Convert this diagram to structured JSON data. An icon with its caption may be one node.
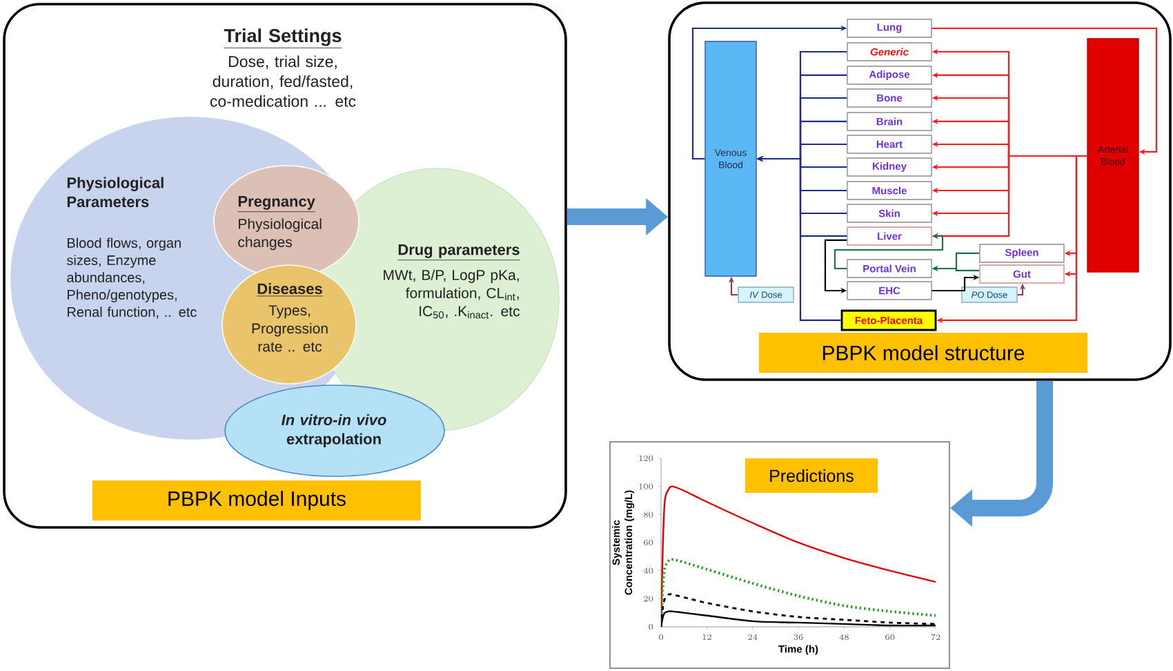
{
  "diagram": {
    "nodes": [
      {
        "text": [
          "Trial Settings",
          "Dose, trial size, duration, fed/fasted, co-medication ... etc"
        ]
      },
      {
        "text": [
          "Physiological Parameters",
          "Blood flows, organ sizes, Enzyme abundances, Pheno/genotypes, Renal function, .. etc"
        ],
        "in": 0
      },
      {
        "text": [
          "Drug parameters",
          "MWt, B/P, LogP pKa, formulation, CL$_{int}$, IC$_{50}$, .K$_{inact}$. etc"
        ],
        "in": 0
      },
      {
        "text": [
          "Pregnancy",
          "Physiological changes"
        ],
        "in": 1
      },
      {
        "text": [
          "Diseases",
          "Types, Progression rate .. etc"
        ],
        "in": 1
      },
      {
        "text": [
          "*In vitro-in vivo* extrapolation"
        ],
        "in": 0
      },
      {
        "text": [
          "PBPK model Inputs"
        ],
        "in": 0
      },
      {
        "text": [],
        "shape": "box"
      },
      {
        "text": [
          "Venous Blood"
        ],
        "in": 7
      },
      {
        "text": [
          "Lung"
        ],
        "in": 7
      },
      {
        "text": [
          "Generic"
        ],
        "in": 7
      },
      {
        "text": [
          "Adipose"
        ],
        "in": 7
      },
      {
        "text": [
          "Bone"
        ],
        "in": 7
      },
      {
        "text": [
          "Brain"
        ],
        "in": 7
      },
      {
        "text": [
          "Heart"
        ],
        "in": 7
      },
      {
        "text": [
          "Kidney"
        ],
        "in": 7
      },
      {
        "text": [
          "Muscle"
        ],
        "in": 7
      },
      {
        "text": [
          "Skin"
        ],
        "in": 7
      },
      {
        "text": [
          "Liver"
        ],
        "in": 7
      },
      {
        "text": [
          "Portal Vein"
        ],
        "in": 7
      },
      {
        "text": [
          "EHC"
        ],
        "in": 7
      },
      {
        "text": [
          "Feto-Placenta"
        ],
        "in": 7
      },
      {
        "text": [
          "Spleen"
        ],
        "in": 7
      },
      {
        "text": [
          "Gut"
        ],
        "in": 7
      },
      {
        "text": [
          "Arterial Blood"
        ],
        "in": 7
      },
      {
        "text": [
          "*IV* Dose"
        ],
        "in": 7
      },
      {
        "text": [
          "*PO* Dose"
        ],
        "in": 7
      },
      {
        "text": [
          "PBPK model structure"
        ],
        "in": 7
      },
      {
        "text": [],
        "shape": "box"
      },
      {
        "text": [
          "Predictions"
        ],
        "in": 28
      }
    ],
    "edges": [
      {
        "from": 0,
        "to": 7,
        "arrow": "to",
        "style": "thick",
        "color": "#5b9bd5"
      },
      {
        "from": 7,
        "to": 28,
        "arrow": "to",
        "style": "thick",
        "color": "#5b9bd5"
      },
      {
        "from": 8,
        "to": 9,
        "arrow": "to",
        "color": "#1f2a8a"
      },
      {
        "from": 9,
        "to": 24,
        "arrow": "to"
      },
      {
        "from": 24,
        "to": 10,
        "arrow": "to"
      },
      {
        "from": 24,
        "to": 11,
        "arrow": "to"
      },
      {
        "from": 24,
        "to": 12,
        "arrow": "to"
      },
      {
        "from": 24,
        "to": 13,
        "arrow": "to"
      },
      {
        "from": 24,
        "to": 14,
        "arrow": "to"
      },
      {
        "from": 24,
        "to": 15,
        "arrow": "to"
      },
      {
        "from": 24,
        "to": 16,
        "arrow": "to"
      },
      {
        "from": 24,
        "to": 17,
        "arrow": "to"
      },
      {
        "from": 24,
        "to": 18,
        "arrow": "to"
      },
      {
        "from": 24,
        "to": 22,
        "arrow": "to"
      },
      {
        "from": 24,
        "to": 23,
        "arrow": "to"
      },
      {
        "from": 24,
        "to": 21,
        "arrow": "to"
      },
      {
        "from": 10,
        "to": 8,
        "arrow": "to",
        "color": "#1f2a8a"
      },
      {
        "from": 11,
        "to": 8,
        "arrow": "to",
        "color": "#1f2a8a"
      },
      {
        "from": 12,
        "to": 8,
        "arrow": "to",
        "color": "#1f2a8a"
      },
      {
        "from": 13,
        "to": 8,
        "arrow": "to",
        "color": "#1f2a8a"
      },
      {
        "from": 14,
        "to": 8,
        "arrow": "to",
        "color": "#1f2a8a"
      },
      {
        "from": 15,
        "to": 8,
        "arrow": "to",
        "color": "#1f2a8a"
      },
      {
        "from": 16,
        "to": 8,
        "arrow": "to",
        "color": "#1f2a8a"
      },
      {
        "from": 17,
        "to": 8,
        "arrow": "to",
        "color": "#1f2a8a"
      },
      {
        "from": 18,
        "to": 8,
        "arrow": "to",
        "color": "#1f2a8a"
      },
      {
        "from": 21,
        "to": 8,
        "arrow": "to",
        "color": "#1f2a8a"
      },
      {
        "from": 18,
        "to": 20,
        "arrow": "to",
        "color": "#000000"
      },
      {
        "from": 20,
        "to": 23,
        "arrow": "to",
        "color": "#000000"
      },
      {
        "from": 22,
        "to": 19,
        "arrow": "to",
        "color": "#1e7145"
      },
      {
        "from": 23,
        "to": 19,
        "arrow": "to",
        "color": "#1e7145"
      },
      {
        "from": 19,
        "to": 18,
        "arrow": "to",
        "color": "#1e7145"
      },
      {
        "from": 25,
        "to": 8,
        "arrow": "to",
        "color": "#8a3a70"
      },
      {
        "from": 26,
        "to": 23,
        "arrow": "to",
        "color": "#8a3a70"
      }
    ],
    "chart_data": {
      "type": "line",
      "xlabel": "Time (h)",
      "ylabel": "Systemic Concentration (mg/L)",
      "x": [
        0,
        0.5,
        1,
        2,
        3,
        6,
        12,
        24,
        36,
        48,
        60,
        72
      ],
      "series": [
        {
          "color": "#e00000",
          "line_style": "solid",
          "values": [
            0,
            60,
            90,
            98,
            100,
            97,
            89,
            74,
            60,
            49,
            40,
            32
          ]
        },
        {
          "color": "#20a020",
          "line_style": "dotted",
          "values": [
            0,
            30,
            42,
            47,
            48,
            46,
            41,
            31,
            22,
            15,
            11,
            8
          ]
        },
        {
          "color": "#000000",
          "line_style": "dashed",
          "values": [
            0,
            14,
            20,
            23,
            23,
            21,
            17,
            11,
            7,
            5,
            3,
            2
          ]
        },
        {
          "color": "#000000",
          "line_style": "solid",
          "values": [
            0,
            7,
            10,
            11,
            11,
            10,
            8,
            4,
            3,
            2,
            1,
            1
          ]
        }
      ],
      "xlim": [
        0,
        72
      ],
      "ylim": [
        0,
        120
      ],
      "xticks": [
        0,
        12,
        24,
        36,
        48,
        60,
        72
      ],
      "yticks": [
        0,
        20,
        40,
        60,
        80,
        100,
        120
      ]
    }
  }
}
